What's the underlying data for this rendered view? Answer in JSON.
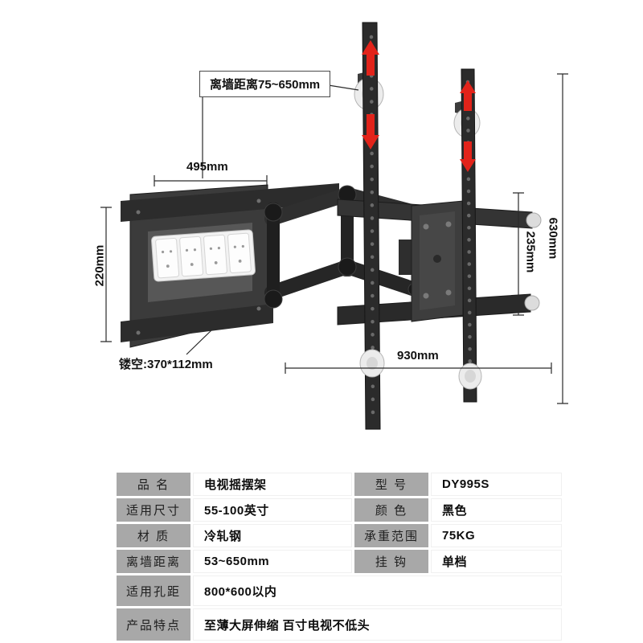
{
  "diagram": {
    "callout_wall_distance": "离墙距离75~650mm",
    "dim_width_top": "495mm",
    "dim_height_left": "220mm",
    "dim_cutout": "镂空:370*112mm",
    "dim_width_bottom": "930mm",
    "dim_right_inner": "235mm",
    "dim_right_outer": "630mm"
  },
  "colors": {
    "mount_dark": "#2b2b2b",
    "arrow_red": "#e2231a",
    "table_label_bg": "#a8a8a8"
  },
  "spec_table": {
    "rows_paired": [
      {
        "label1": "品 名",
        "value1": "电视摇摆架",
        "label2": "型 号",
        "value2": "DY995S"
      },
      {
        "label1": "适用尺寸",
        "value1": "55-100英寸",
        "label2": "颜 色",
        "value2": "黑色"
      },
      {
        "label1": "材 质",
        "value1": "冷轧钢",
        "label2": "承重范围",
        "value2": "75KG"
      },
      {
        "label1": "离墙距离",
        "value1": "53~650mm",
        "label2": "挂 钩",
        "value2": "单档"
      }
    ],
    "rows_full": [
      {
        "label": "适用孔距",
        "value": "800*600以内"
      },
      {
        "label": "产品特点",
        "value": "至薄大屏伸缩 百寸电视不低头"
      }
    ]
  }
}
